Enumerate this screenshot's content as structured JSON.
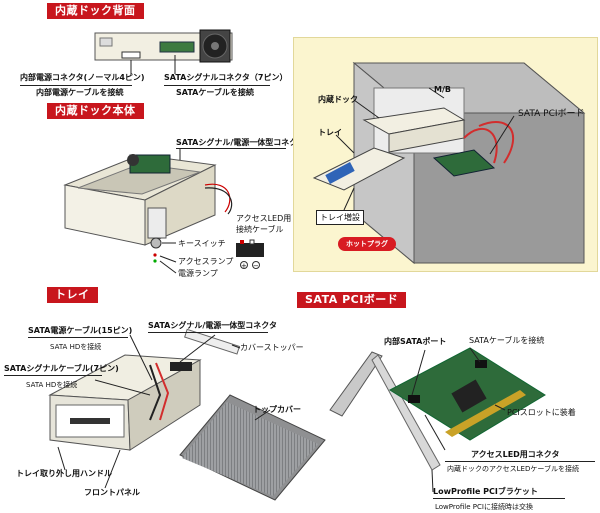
{
  "sections": {
    "back": "内蔵ドック背面",
    "body": "内蔵ドック本体",
    "tray": "トレイ",
    "pci": "SATA PCIボード"
  },
  "back_labels": {
    "power_connector": "内部電源コネクタ(ノーマル4ピン)",
    "power_connect": "内部電源ケーブルを接続",
    "sata_connector": "SATAシグナルコネクタ（7ピン）",
    "sata_connect": "SATAケーブルを接続"
  },
  "body_labels": {
    "sata_power_conn": "SATAシグナル/電源一体型コネクタ",
    "led_cable_1": "アクセスLED用",
    "led_cable_2": "接続ケーブル",
    "key_switch": "キースイッチ",
    "access_lamp": "アクセスランプ",
    "power_lamp": "電源ランプ",
    "plus": "+",
    "minus": "−"
  },
  "install_panel": {
    "mb": "M/B",
    "dock": "内蔵ドック",
    "tray": "トレイ",
    "pci_board": "SATA PCIボード",
    "tray_add": "トレイ増設",
    "hot_plug": "ホットプラグ"
  },
  "tray_labels": {
    "sata_power_cable": "SATA電源ケーブル(15ピン)",
    "sata_hd_1": "SATA HDを接続",
    "sata_signal_cable": "SATAシグナルケーブル(7ピン)",
    "sata_hd_2": "SATA HDを接続",
    "combo_connector": "SATAシグナル/電源一体型コネクタ",
    "cover_stopper": "カバーストッパー",
    "top_cover": "トップカバー",
    "handle": "トレイ取り外し用ハンドル",
    "front_panel": "フロントパネル"
  },
  "pci_labels": {
    "internal_sata_port": "内部SATAポート",
    "sata_cable": "SATAケーブルを接続",
    "pci_slot": "PCIスロットに装着",
    "led_connector": "アクセスLED用コネクタ",
    "led_connect": "内蔵ドックのアクセスLEDケーブルを接続",
    "lp_bracket": "LowProfile PCIブラケット",
    "lp_note": "LowProfile PCIに接続時は交換"
  },
  "colors": {
    "section_red": "#c8161d",
    "panel_bg": "#fbf5cf",
    "pcb_green": "#2e6b3a",
    "cable_red": "#d22d2d"
  }
}
